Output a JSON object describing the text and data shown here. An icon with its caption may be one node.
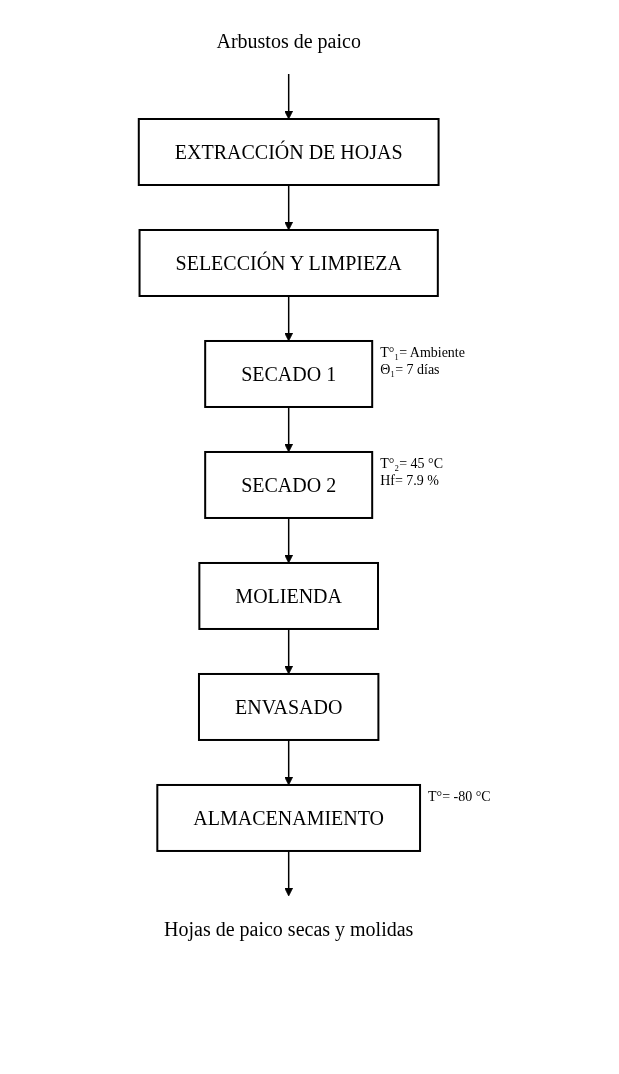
{
  "diagram": {
    "nodes": [
      {
        "text": [
          "Arbustos de paico"
        ]
      },
      {
        "text": [
          "EXTRACCIÓN DE HOJAS"
        ]
      },
      {
        "text": [
          "SELECCIÓN Y LIMPIEZA"
        ]
      },
      {
        "text": [
          "SECADO 1"
        ],
        "beside": [
          "T°₁= Ambiente",
          "Θ₁= 7 días"
        ]
      },
      {
        "text": [
          "SECADO 2"
        ],
        "beside": [
          "T°₂= 45 °C",
          "Hf= 7.9 %"
        ]
      },
      {
        "text": [
          "MOLIENDA"
        ]
      },
      {
        "text": [
          "ENVASADO"
        ]
      },
      {
        "text": [
          "ALMACENAMIENTO"
        ],
        "beside": [
          "T°= -80 °C"
        ]
      },
      {
        "text": [
          "Hojas de paico secas y molidas"
        ]
      }
    ],
    "edges": [
      {
        "from": 0,
        "to": 1,
        "arrow": "to"
      },
      {
        "from": 1,
        "to": 2,
        "arrow": "to"
      },
      {
        "from": 2,
        "to": 3,
        "arrow": "to"
      },
      {
        "from": 3,
        "to": 4,
        "arrow": "to"
      },
      {
        "from": 4,
        "to": 5,
        "arrow": "to"
      },
      {
        "from": 5,
        "to": 6,
        "arrow": "to"
      },
      {
        "from": 6,
        "to": 7,
        "arrow": "to"
      },
      {
        "from": 7,
        "to": 8,
        "arrow": "to"
      }
    ]
  }
}
